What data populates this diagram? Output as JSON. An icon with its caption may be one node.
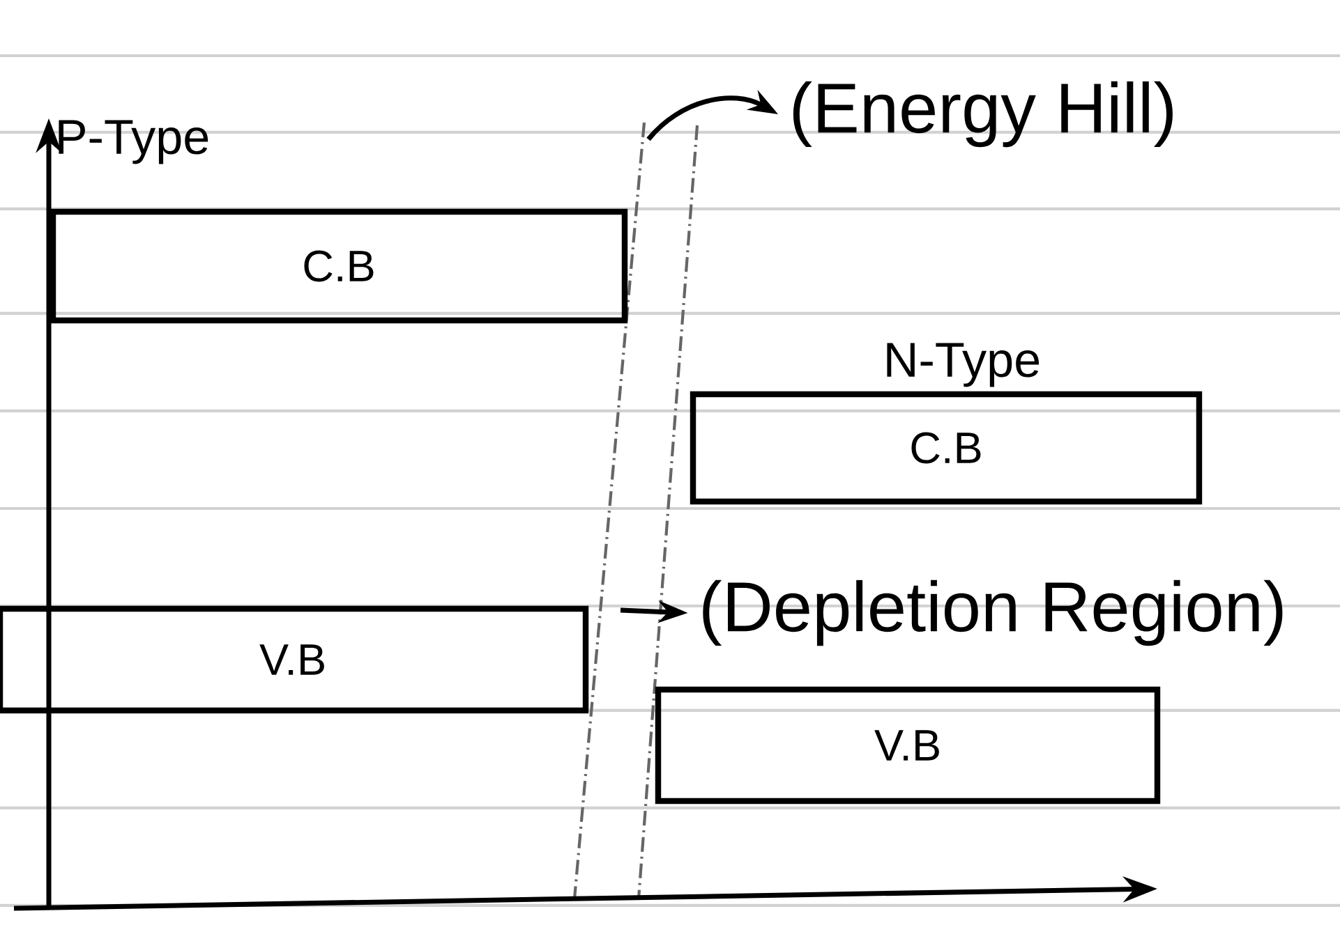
{
  "diagram": {
    "nodes": [
      {
        "text": [
          "C.B"
        ]
      },
      {
        "text": [
          "V.B"
        ]
      },
      {
        "text": [
          "C.B"
        ]
      },
      {
        "text": [
          "V.B"
        ]
      },
      {
        "text": [
          "(Energy Hill)"
        ]
      },
      {
        "text": [
          "(Depletion Region)"
        ]
      }
    ],
    "edges": [
      {
        "from": null,
        "to": 4,
        "arrow": "to"
      },
      {
        "from": null,
        "to": 5,
        "arrow": "to"
      }
    ],
    "labels": [
      "P-Type",
      "N-Type"
    ]
  }
}
